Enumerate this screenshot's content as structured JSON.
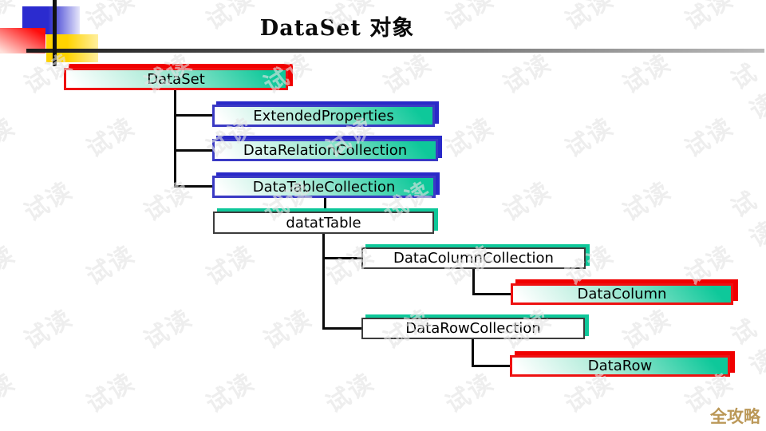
{
  "header": {
    "title": "DataSet 对象"
  },
  "diagram": {
    "nodes": [
      {
        "id": "dataset",
        "label": "DataSet",
        "style": "red"
      },
      {
        "id": "extended-properties",
        "label": "ExtendedProperties",
        "style": "blue"
      },
      {
        "id": "data-relation-collection",
        "label": "DataRelationCollection",
        "style": "blue"
      },
      {
        "id": "data-table-collection",
        "label": "DataTableCollection",
        "style": "blue"
      },
      {
        "id": "datat-table",
        "label": "datatTable",
        "style": "plain"
      },
      {
        "id": "data-column-collection",
        "label": "DataColumnCollection",
        "style": "plain"
      },
      {
        "id": "data-column",
        "label": "DataColumn",
        "style": "red"
      },
      {
        "id": "data-row-collection",
        "label": "DataRowCollection",
        "style": "plain"
      },
      {
        "id": "data-row",
        "label": "DataRow",
        "style": "red"
      }
    ]
  },
  "watermark": {
    "text": "试读"
  },
  "footer": {
    "badge": "全攻略"
  },
  "colors": {
    "accent_red": "#ee1111",
    "accent_blue": "#3a3ac4",
    "accent_teal": "#0ec89a",
    "decor_yellow": "#ffd300",
    "badge_gold": "#bb9858"
  }
}
